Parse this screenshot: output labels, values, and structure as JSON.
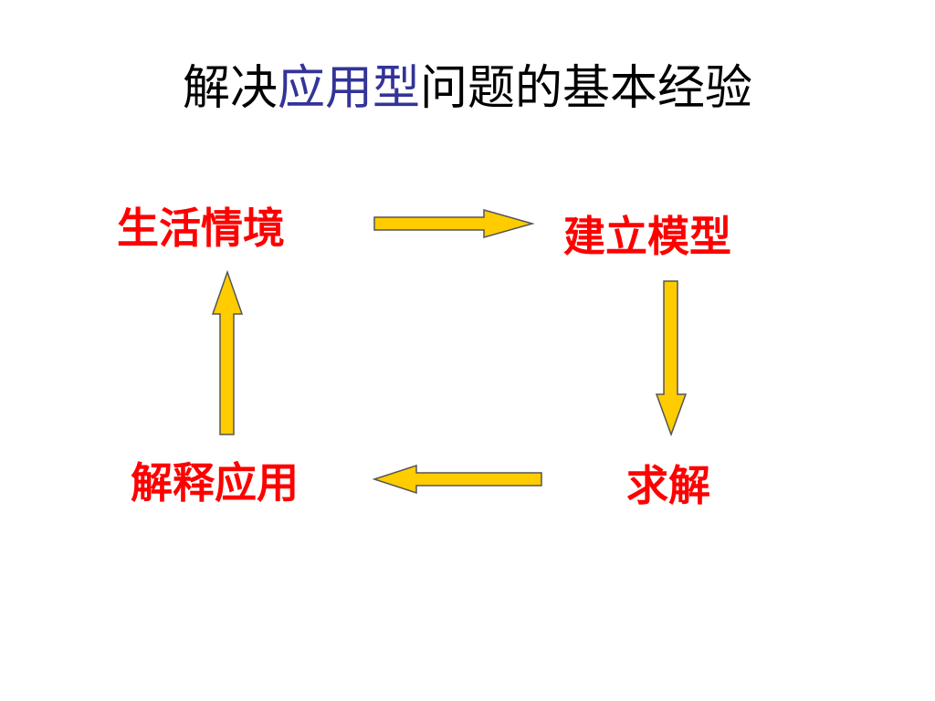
{
  "title": {
    "prefix": "解决",
    "highlight": "应用型",
    "suffix": "问题的基本经验"
  },
  "nodes": {
    "life_situation": "生活情境",
    "build_model": "建立模型",
    "solve": "求解",
    "interpret_apply": "解释应用"
  },
  "colors": {
    "title_text": "#000000",
    "title_highlight": "#333399",
    "node_text": "#ff0000",
    "arrow_fill": "#ffcc00",
    "arrow_stroke": "#555555"
  }
}
